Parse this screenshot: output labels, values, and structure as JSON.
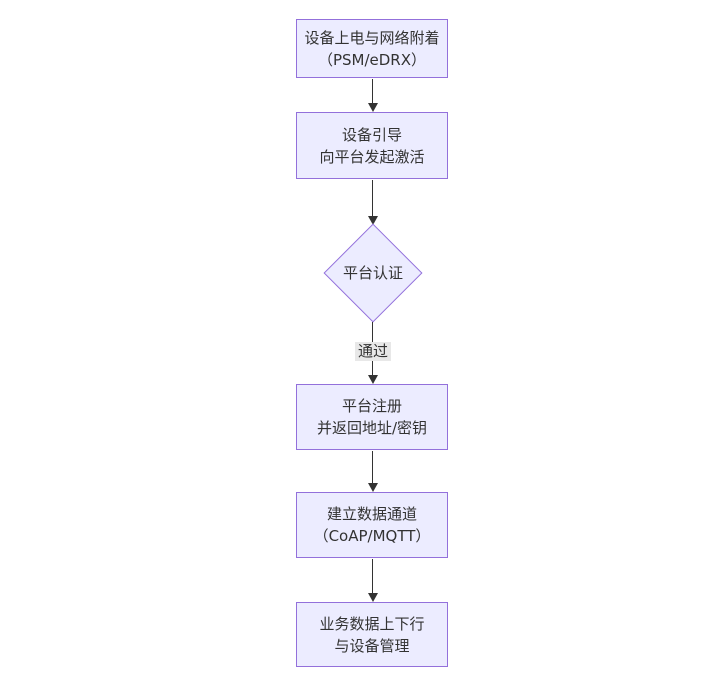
{
  "diagram": {
    "type": "flowchart",
    "direction": "top-down",
    "colors": {
      "node_fill": "#ECECFF",
      "node_border": "#9370DB",
      "text": "#333333",
      "arrow": "#333333",
      "edge_label_bg": "#e8e8e8",
      "background": "#ffffff"
    },
    "nodes": [
      {
        "id": "attach",
        "shape": "rect",
        "line1": "设备上电与网络附着",
        "line2": "（PSM/eDRX）"
      },
      {
        "id": "boot",
        "shape": "rect",
        "line1": "设备引导",
        "line2": "向平台发起激活"
      },
      {
        "id": "auth",
        "shape": "diamond",
        "line1": "平台认证",
        "line2": ""
      },
      {
        "id": "register",
        "shape": "rect",
        "line1": "平台注册",
        "line2": "并返回地址/密钥"
      },
      {
        "id": "channel",
        "shape": "rect",
        "line1": "建立数据通道",
        "line2": "（CoAP/MQTT）"
      },
      {
        "id": "business",
        "shape": "rect",
        "line1": "业务数据上下行",
        "line2": "与设备管理"
      }
    ],
    "edges": [
      {
        "from": "attach",
        "to": "boot",
        "label": ""
      },
      {
        "from": "boot",
        "to": "auth",
        "label": ""
      },
      {
        "from": "auth",
        "to": "register",
        "label": "通过"
      },
      {
        "from": "register",
        "to": "channel",
        "label": ""
      },
      {
        "from": "channel",
        "to": "business",
        "label": ""
      }
    ]
  }
}
